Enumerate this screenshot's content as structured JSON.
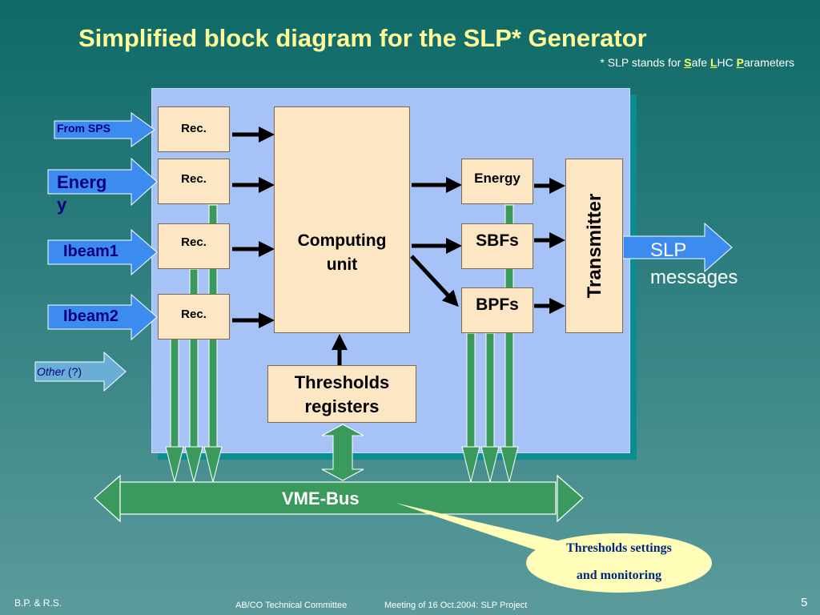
{
  "title": "Simplified block diagram for the SLP* Generator",
  "note": {
    "prefix": "* SLP stands for ",
    "s": "S",
    "afe": "afe ",
    "l": "L",
    "hc": "HC ",
    "p": "P",
    "arameters": "arameters"
  },
  "inputs": {
    "from_sps": "From SPS",
    "energy": "Energ\ny",
    "ibeam1": "Ibeam1",
    "ibeam2": "Ibeam2",
    "other": "Other",
    "other_suffix": " (?)"
  },
  "blocks": {
    "rec": "Rec.",
    "computing_unit": "Computing\nunit",
    "energy": "Energy",
    "sbfs": "SBFs",
    "bpfs": "BPFs",
    "transmitter": "Transmitter",
    "thresholds_registers": "Thresholds\nregisters"
  },
  "output": "SLP\nmessages",
  "bus": "VME-Bus",
  "callout": {
    "line1": "Thresholds settings",
    "line2": "and monitoring"
  },
  "footer": {
    "left": "B.P. & R.S.",
    "committee": "AB/CO Technical Committee",
    "meeting": "Meeting of 16 Oct.2004: SLP Project",
    "page": "5"
  },
  "colors": {
    "bus_green": "#3a9a5e",
    "input_arrow": "#3c8cf0",
    "panel": "#a6c2f6",
    "block": "#fde6c4",
    "title": "#fffb9a"
  }
}
